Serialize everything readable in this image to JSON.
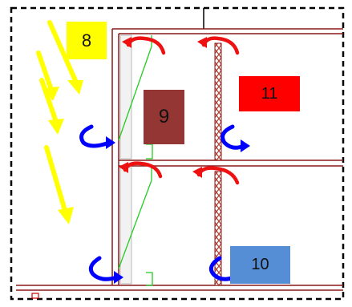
{
  "labels": {
    "box8": {
      "text": "8",
      "color": "#ffff00"
    },
    "box9": {
      "text": "9",
      "color": "#943634"
    },
    "box10": {
      "text": "10",
      "color": "#558ed5"
    },
    "box11": {
      "text": "11",
      "color": "#ff0000"
    }
  },
  "colors": {
    "frame": "#000000",
    "wall": "#8b1a1a",
    "green_line": "#22cc22",
    "wind_arrow": "#ffff00",
    "inflow_arrow": "#0000ff",
    "outflow_arrow": "#ee1111",
    "column": "#b03a2e"
  },
  "icons": {
    "wind": "down-arrow-icon",
    "inflow": "curved-arrow-icon",
    "outflow": "curved-arrow-icon"
  }
}
